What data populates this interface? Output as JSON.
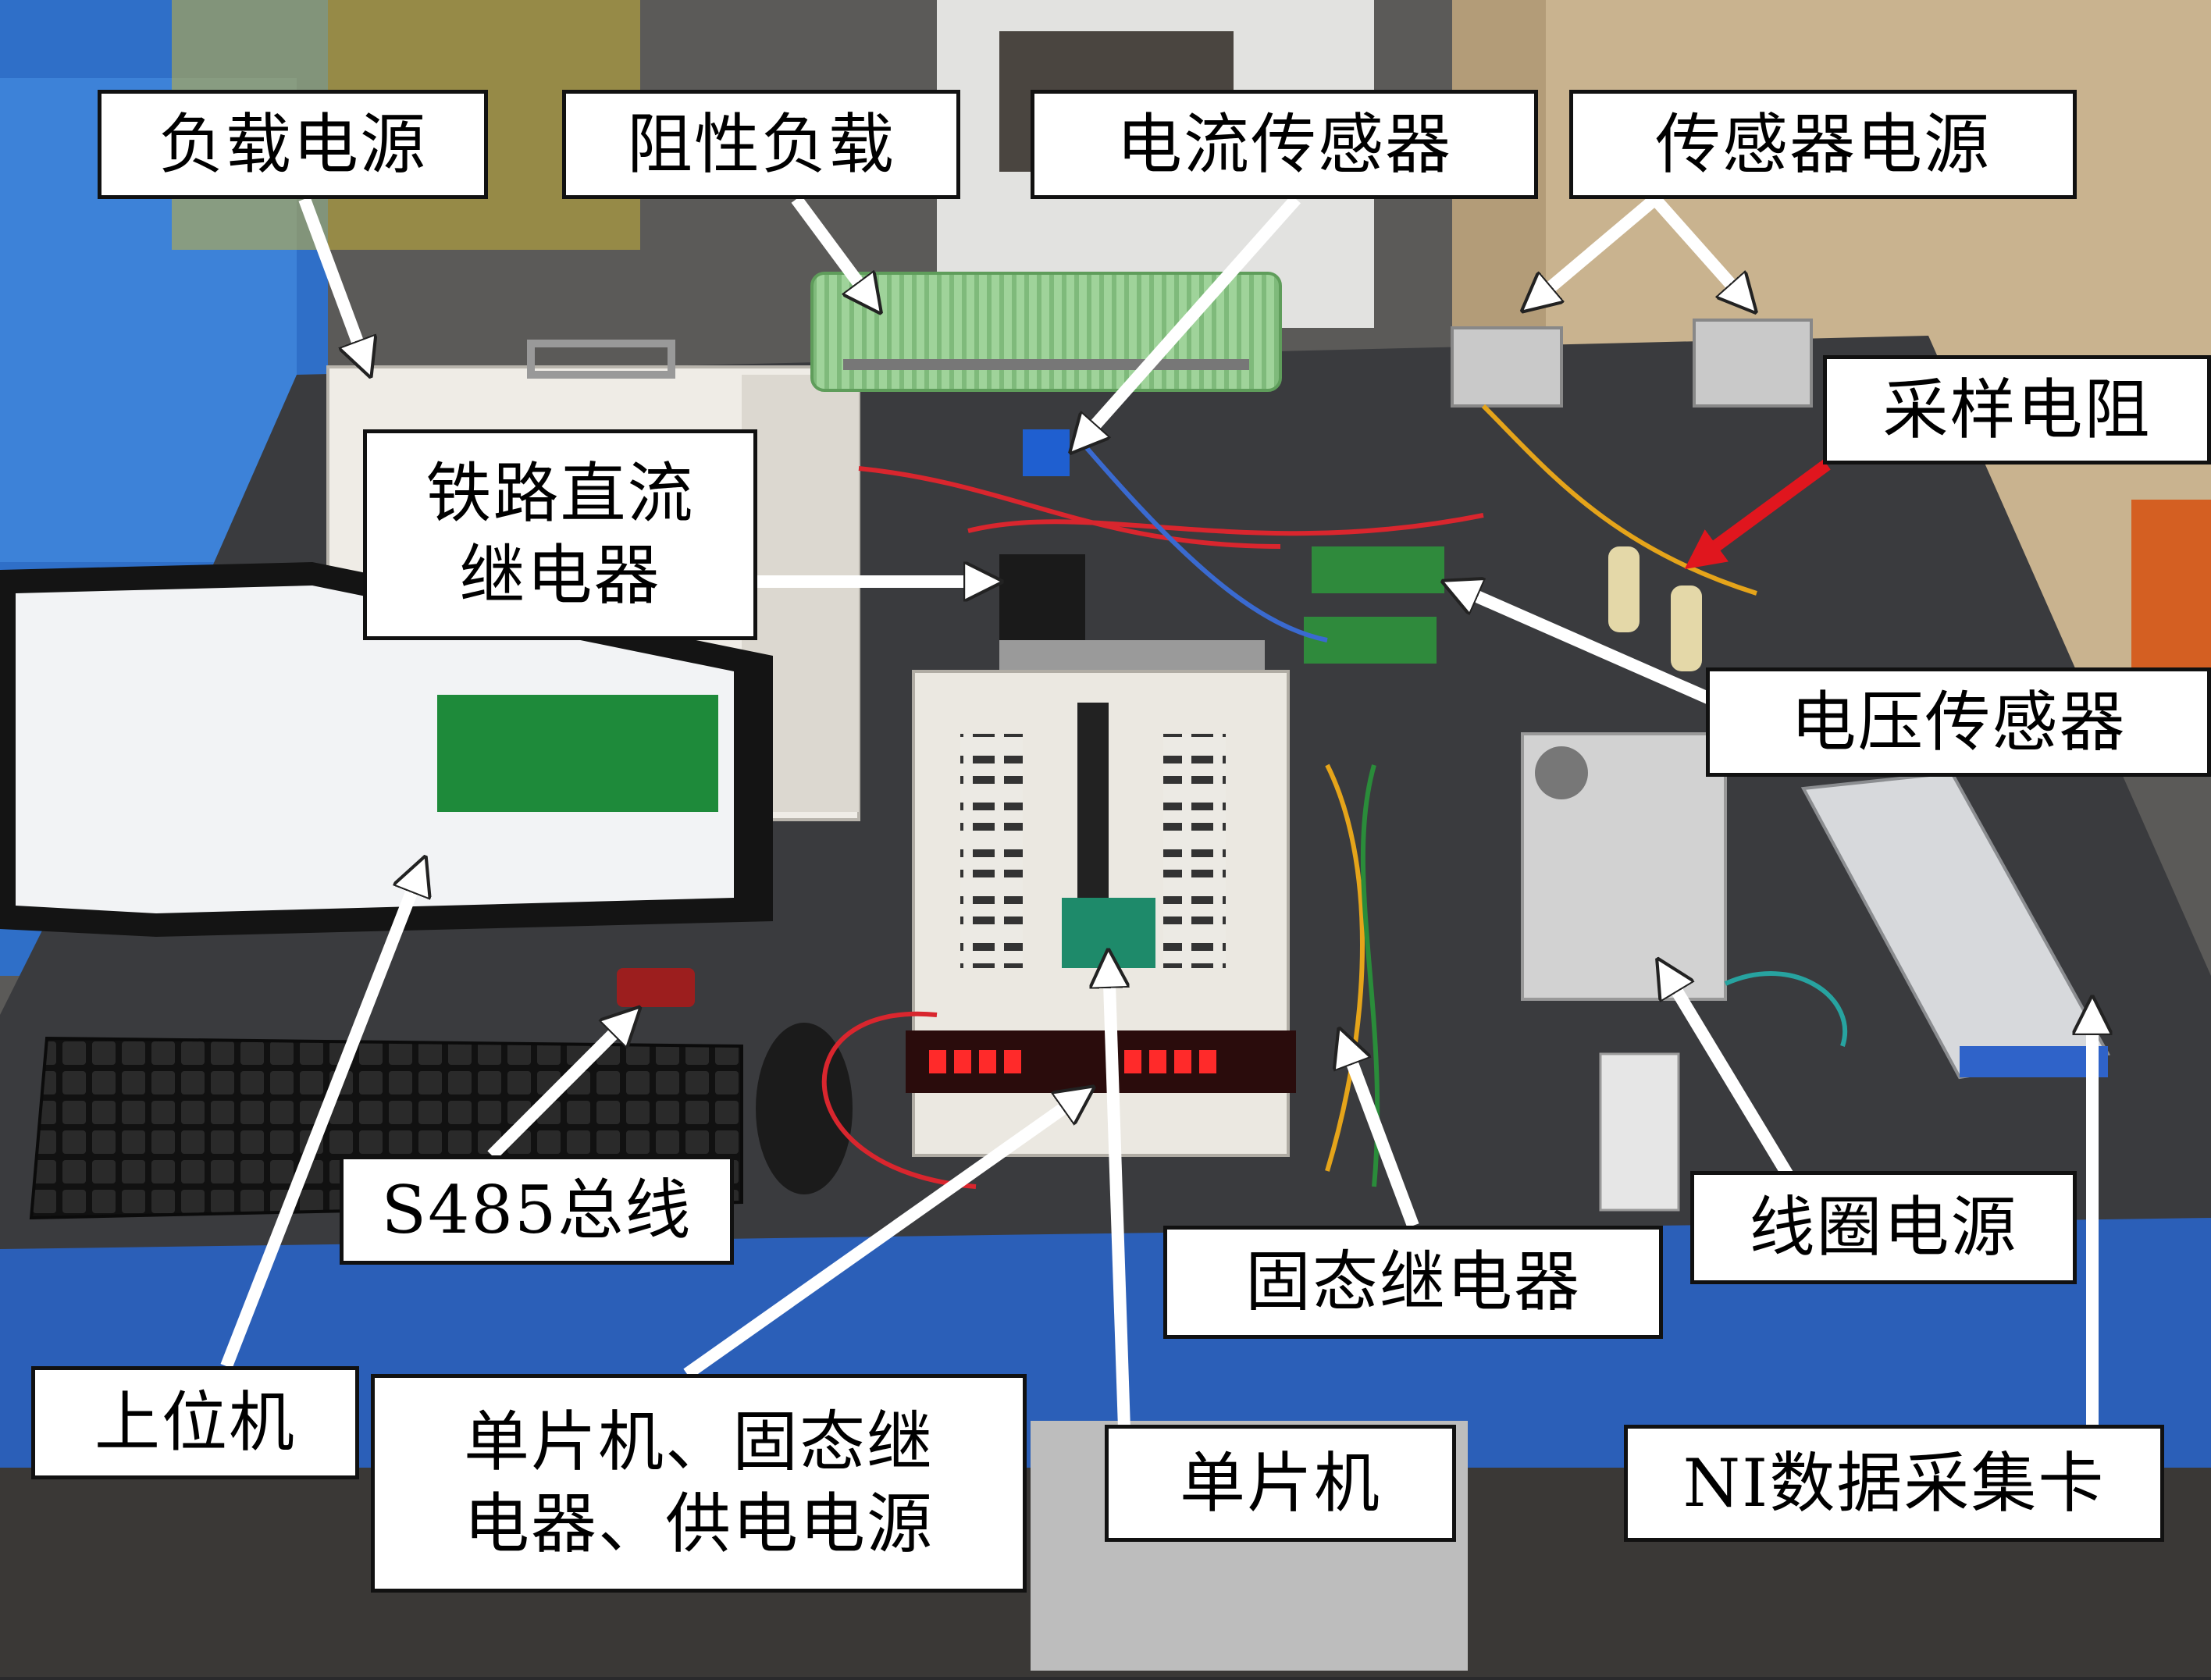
{
  "labels": {
    "load_power": "负载电源",
    "resistive_load": "阻性负载",
    "current_sensor": "电流传感器",
    "sensor_power": "传感器电源",
    "sampling_resistor": "采样电阻",
    "railway_dc_relay": "铁路直流\n继电器",
    "voltage_sensor": "电压传感器",
    "host_computer": "上位机",
    "rs485_bus": "S485总线",
    "solid_state_relay": "固态继电器",
    "coil_power": "线圈电源",
    "mcu_ssr_power": "单片机、固态继\n电器、供电电源",
    "mcu": "单片机",
    "ni_daq": "NI数据采集卡"
  },
  "colors": {
    "table_top": "#3a3b3e",
    "table_frame": "#2b5fb8",
    "arrow_white": "#ffffff",
    "arrow_red": "#e0161e",
    "label_bg": "#ffffff",
    "label_border": "#111111"
  }
}
